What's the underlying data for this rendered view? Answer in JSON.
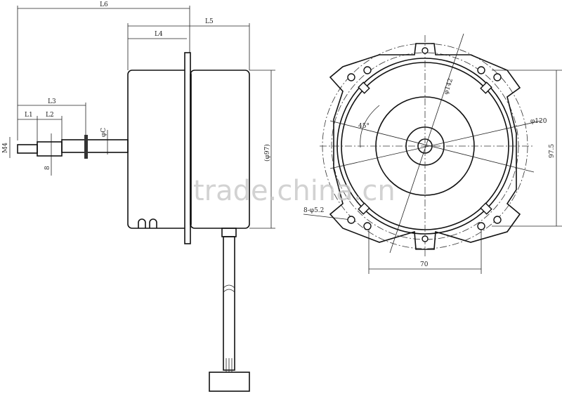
{
  "side_view": {
    "labels": {
      "L6": "L6",
      "L5": "L5",
      "L4": "L4",
      "L3": "L3",
      "L1": "L1",
      "L2": "L2",
      "M4": "M4",
      "dim8": "8",
      "phiC": "φC",
      "phi97": "(φ97)"
    }
  },
  "front_view": {
    "labels": {
      "phi142": "φ142",
      "phi120": "φ120",
      "angle": "45°",
      "height": "97.5",
      "holes": "8-φ5.2",
      "width": "70"
    }
  },
  "watermark": "trade.china.cn"
}
